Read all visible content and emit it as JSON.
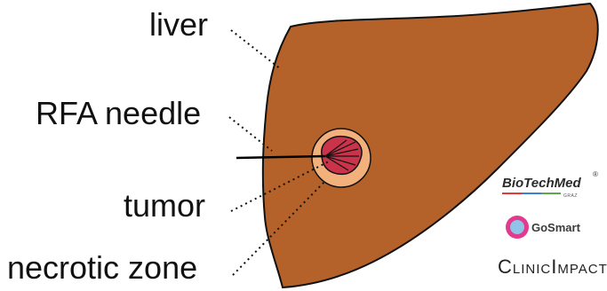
{
  "labels": {
    "liver": "liver",
    "needle": "RFA needle",
    "tumor": "tumor",
    "necrotic": "necrotic zone"
  },
  "logos": {
    "biotech": "BioTechMed",
    "biotech_reg": "®",
    "biotech_sub": "GRAZ",
    "gosmart": "GoSmart",
    "clinic": "ClinicImpact"
  },
  "colors": {
    "liver_fill": "#b5622a",
    "liver_stroke": "#111111",
    "necrotic_fill": "#f2b07d",
    "tumor_fill": "#c9344a",
    "tumor_inner": "#e07a88",
    "needle": "#000000",
    "leader_line": "#111111",
    "gosmart_ring": "#e23a8f",
    "gosmart_inner": "#8fc3e8"
  }
}
